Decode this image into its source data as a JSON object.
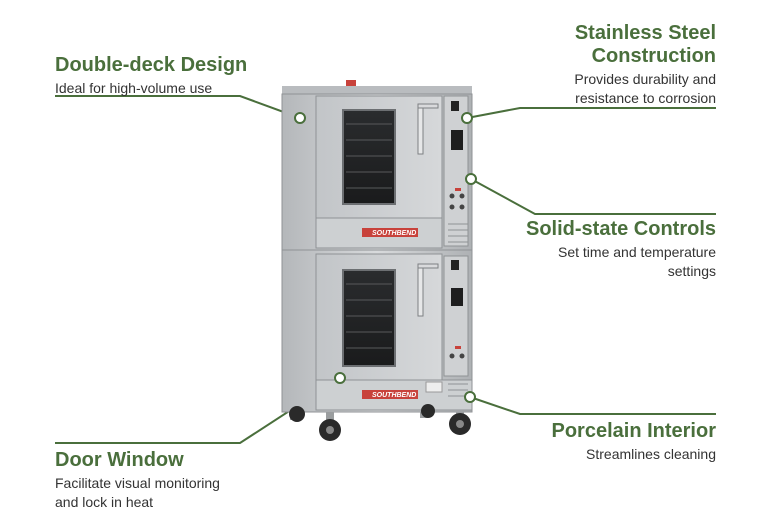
{
  "callouts": {
    "double_deck": {
      "title": "Double-deck Design",
      "desc": "Ideal for high-volume use"
    },
    "steel": {
      "title_line1": "Stainless Steel",
      "title_line2": "Construction",
      "desc_line1": "Provides durability and",
      "desc_line2": "resistance to corrosion"
    },
    "controls": {
      "title": "Solid-state Controls",
      "desc_line1": "Set time and temperature",
      "desc_line2": "settings"
    },
    "porcelain": {
      "title": "Porcelain Interior",
      "desc": "Streamlines cleaning"
    },
    "door": {
      "title": "Door Window",
      "desc_line1": "Facilitate visual monitoring",
      "desc_line2": "and lock in heat"
    }
  },
  "product": {
    "brand": "SOUTHBEND",
    "image_subject": "double-deck convection oven"
  },
  "colors": {
    "accent": "#4a6f3c",
    "steel": "#c9cbcd",
    "steel_dark": "#9a9d9f",
    "badge": "#c8423b"
  }
}
